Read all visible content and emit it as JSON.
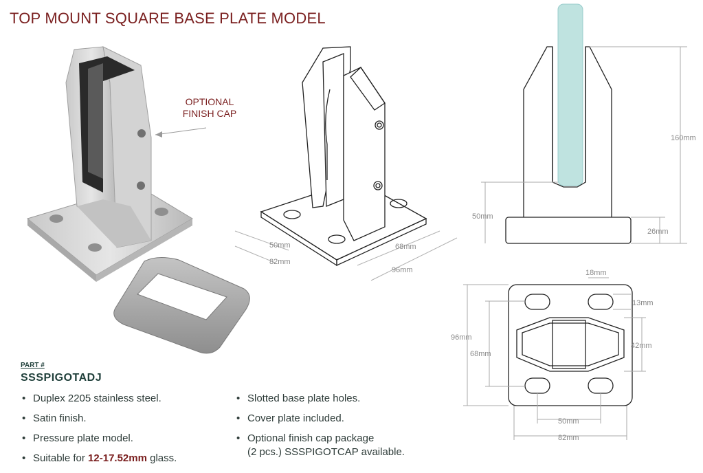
{
  "title": "TOP MOUNT SQUARE BASE PLATE MODEL",
  "callout": {
    "line1": "OPTIONAL",
    "line2": "FINISH CAP"
  },
  "iso_dims": {
    "d1": "50mm",
    "d2": "82mm",
    "d3": "68mm",
    "d4": "96mm"
  },
  "front_dims": {
    "height": "160mm",
    "socket": "50mm",
    "base": "26mm"
  },
  "top_dims": {
    "slot": "18mm",
    "hole": "13mm",
    "glass": "42mm",
    "outer_v": "96mm",
    "inner_v": "68mm",
    "inner_h": "50mm",
    "outer_h": "82mm"
  },
  "part": {
    "label": "PART #",
    "number": "SSSPIGOTADJ"
  },
  "features_left": [
    {
      "text": "Duplex 2205 stainless steel."
    },
    {
      "text": "Satin finish."
    },
    {
      "text": "Pressure plate model."
    },
    {
      "pre": "Suitable for ",
      "bold": "12-17.52mm",
      "post": " glass."
    }
  ],
  "features_right": [
    {
      "text": "Slotted base plate holes."
    },
    {
      "text": "Cover plate included."
    },
    {
      "line1": "Optional finish cap package",
      "line2": "(2 pcs.) SSSPIGOTCAP available."
    }
  ],
  "colors": {
    "title": "#7a1f1f",
    "text": "#2d3b38",
    "glass": "#bfe3e0",
    "steel": "#d8d8d8"
  }
}
